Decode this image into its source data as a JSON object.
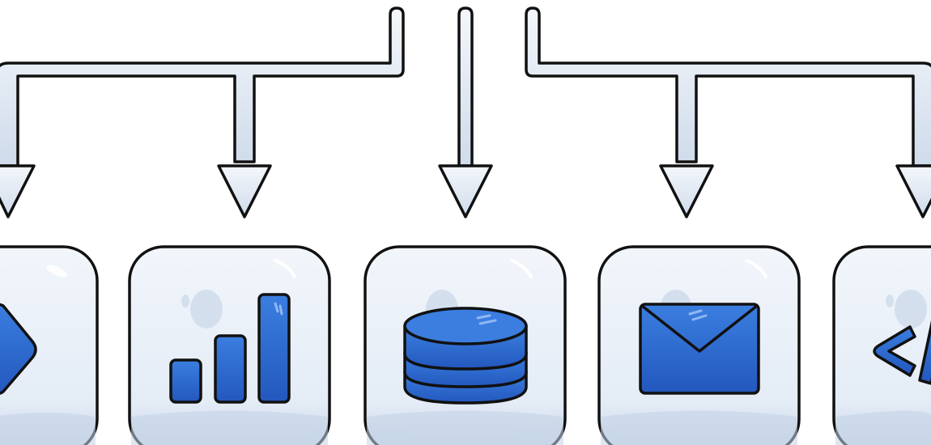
{
  "diagram": {
    "connectors": [
      "arrow-to-play",
      "arrow-to-bar-chart",
      "arrow-to-database",
      "arrow-to-mail",
      "arrow-to-code"
    ],
    "tiles": [
      {
        "name": "play-tile",
        "icon": "play-icon"
      },
      {
        "name": "bar-chart-tile",
        "icon": "bar-chart-icon"
      },
      {
        "name": "database-tile",
        "icon": "database-icon"
      },
      {
        "name": "mail-tile",
        "icon": "envelope-icon"
      },
      {
        "name": "code-tile",
        "icon": "code-icon"
      }
    ],
    "colors": {
      "outline": "#111111",
      "accent": "#2f6fd6",
      "accent_dark": "#1d4fb0",
      "accent_light": "#6aa0ee",
      "tile_fill": "#eef3f9",
      "tile_shade": "#c9d6e8",
      "arrow_fill": "#dfe7f1",
      "arrow_light": "#f4f7fb",
      "background": "#ffffff"
    }
  }
}
